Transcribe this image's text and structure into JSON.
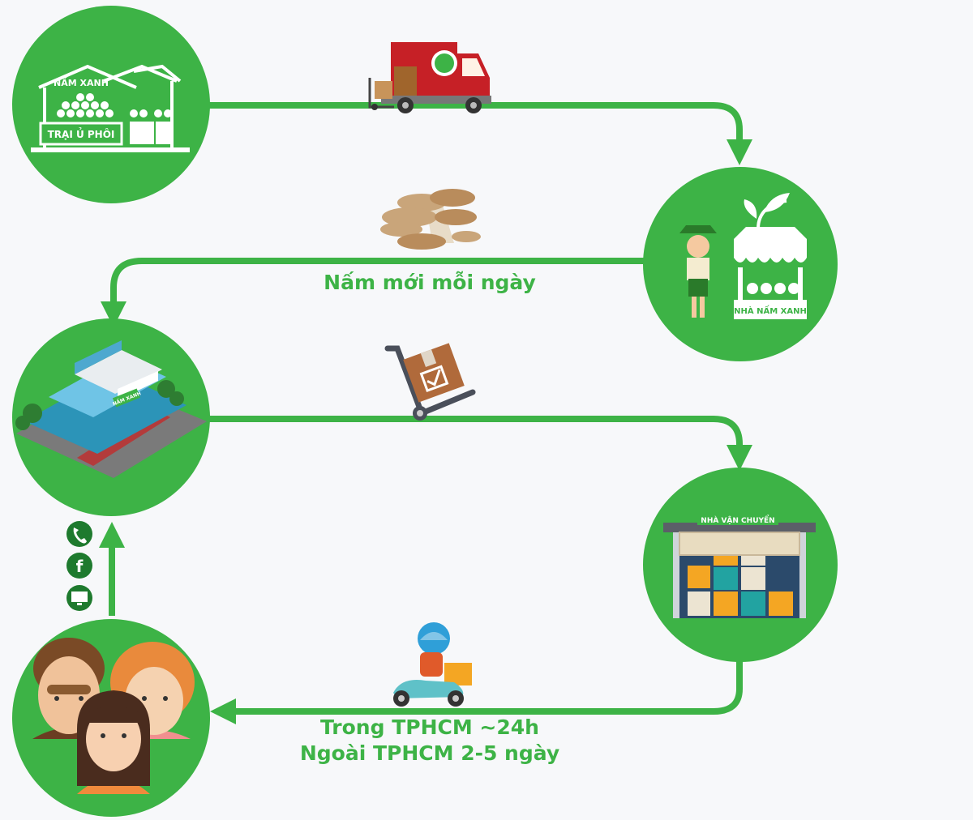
{
  "colors": {
    "green": "#3db346",
    "dark_green": "#1e7a2e",
    "background": "#f7f8fa",
    "truck_red": "#c62026"
  },
  "nodes": {
    "farm": {
      "name": "Nấm Xanh",
      "sign": "TRẠI Ủ PHÔI"
    },
    "store": {
      "sign": "NHÀ NẤM XANH"
    },
    "shop": {
      "sign": "NẤM XANH"
    },
    "carrier": {
      "sign": "NHÀ VẬN CHUYỂN"
    },
    "customers": {
      "icon": "people-icon"
    }
  },
  "labels": {
    "daily": "Nấm mới mỗi ngày",
    "delivery_line1": "Trong TPHCM ~24h",
    "delivery_line2": "Ngoài TPHCM 2-5 ngày"
  },
  "contact_icons": [
    "phone-icon",
    "facebook-icon",
    "computer-icon"
  ],
  "transport_icons": [
    "truck-icon",
    "mushroom-icon",
    "hand-truck-icon",
    "scooter-icon"
  ]
}
